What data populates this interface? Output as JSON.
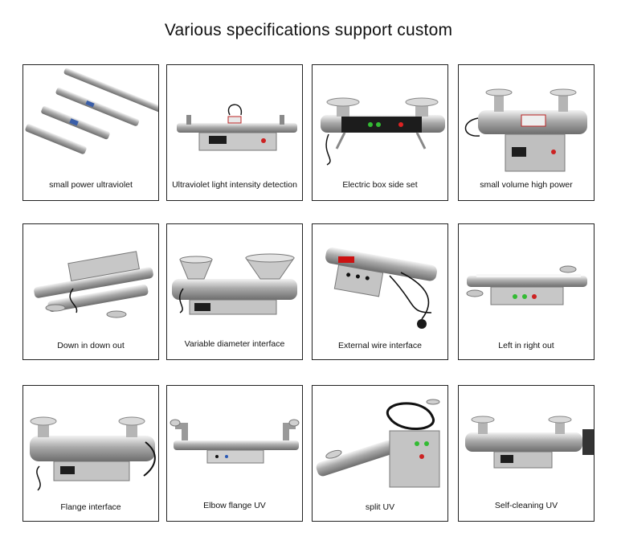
{
  "header": {
    "title": "Various specifications support custom"
  },
  "products": [
    {
      "label": "small power ultraviolet"
    },
    {
      "label": "Ultraviolet light intensity detection"
    },
    {
      "label": "Electric box side set"
    },
    {
      "label": "small volume high power"
    },
    {
      "label": "Down in down out"
    },
    {
      "label": "Variable diameter interface"
    },
    {
      "label": "External wire interface"
    },
    {
      "label": "Left in right out"
    },
    {
      "label": "Flange interface"
    },
    {
      "label": "Elbow flange UV"
    },
    {
      "label": "split UV"
    },
    {
      "label": "Self-cleaning UV"
    }
  ]
}
